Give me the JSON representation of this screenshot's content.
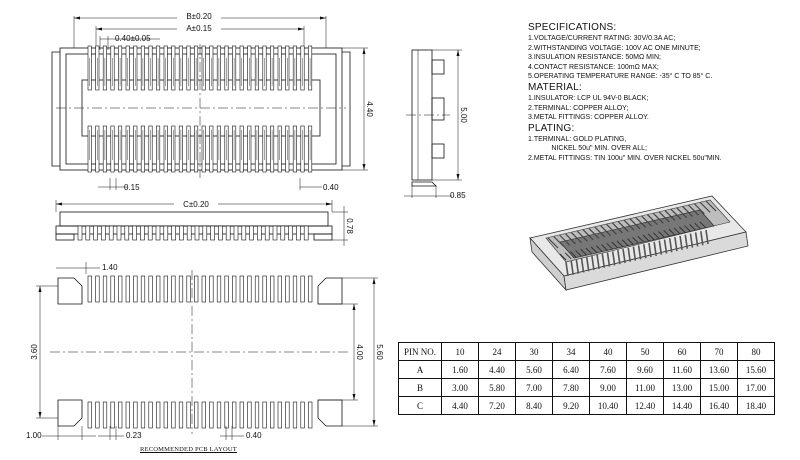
{
  "dimensions": {
    "b": "B±0.20",
    "a": "A±0.15",
    "pitch": "0.40±0.05",
    "height": "4.40",
    "pad_w": "0.15",
    "pad_gap": "0.40",
    "side_h": "5.00",
    "side_off": "0.85",
    "c": "C±0.20",
    "thick": "0.78",
    "pcb_140": "1.40",
    "pcb_360": "3.60",
    "pcb_400": "4.00",
    "pcb_560": "5.60",
    "pcb_100": "1.00",
    "pcb_023": "0.23",
    "pcb_040": "0.40"
  },
  "pcb_title": "RECOMMENDED PCB LAYOUT",
  "specifications": [
    {
      "type": "h",
      "text": "SPECIFICATIONS:"
    },
    {
      "type": "l",
      "text": "1.VOLTAGE/CURRENT RATING: 30V/0.3A AC;"
    },
    {
      "type": "l",
      "text": "2.WITHSTANDING VOLTAGE: 100V AC ONE MINUTE;"
    },
    {
      "type": "l",
      "text": "3.INSULATION RESISTANCE: 50MΩ MIN;"
    },
    {
      "type": "l",
      "text": "4.CONTACT RESISTANCE: 100mΩ MAX;"
    },
    {
      "type": "l",
      "text": "5.OPERATING TEMPERATURE RANGE: -35° C TO 85° C."
    },
    {
      "type": "h",
      "text": "MATERIAL:"
    },
    {
      "type": "l",
      "text": "1.INSULATOR: LCP UL 94V-0 BLACK;"
    },
    {
      "type": "l",
      "text": "2.TERMINAL: COPPER ALLOY;"
    },
    {
      "type": "l",
      "text": "3.METAL FITTINGS: COPPER ALLOY."
    },
    {
      "type": "h",
      "text": "PLATING:"
    },
    {
      "type": "l",
      "text": "1.TERMINAL: GOLD PLATING,"
    },
    {
      "type": "l",
      "text": "            NICKEL 50u\" MIN. OVER ALL;"
    },
    {
      "type": "l",
      "text": "2.METAL FITTINGS: TIN 100u\" MIN. OVER NICKEL 50u\"MIN."
    }
  ],
  "pin_table": {
    "header": [
      "PIN NO.",
      "10",
      "24",
      "30",
      "34",
      "40",
      "50",
      "60",
      "70",
      "80"
    ],
    "rows": [
      [
        "A",
        "1.60",
        "4.40",
        "5.60",
        "6.40",
        "7.60",
        "9.60",
        "11.60",
        "13.60",
        "15.60"
      ],
      [
        "B",
        "3.00",
        "5.80",
        "7.00",
        "7.80",
        "9.00",
        "11.00",
        "13.00",
        "15.00",
        "17.00"
      ],
      [
        "C",
        "4.40",
        "7.20",
        "8.40",
        "9.20",
        "10.40",
        "12.40",
        "14.40",
        "16.40",
        "18.40"
      ]
    ]
  }
}
